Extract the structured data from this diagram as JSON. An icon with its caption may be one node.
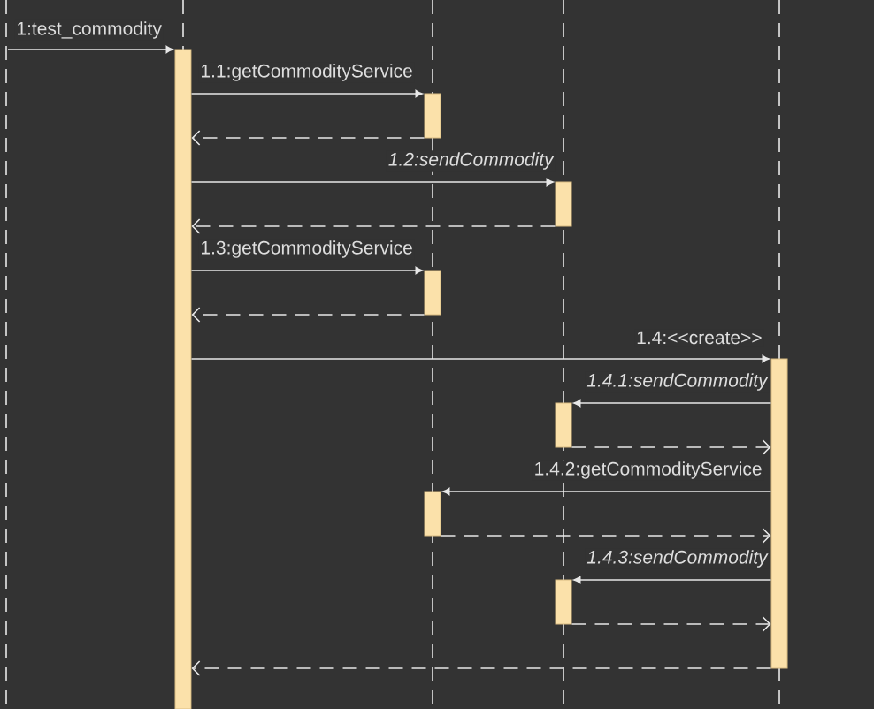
{
  "diagram": {
    "nodes": [
      {
        "text": [],
        "shape": "bar"
      },
      {
        "text": [],
        "shape": "bar"
      },
      {
        "text": [],
        "shape": "bar"
      },
      {
        "text": [],
        "shape": "bar"
      },
      {
        "text": [],
        "shape": "bar"
      },
      {
        "text": [],
        "shape": "bar"
      },
      {
        "text": [],
        "shape": "bar"
      },
      {
        "text": [],
        "shape": "bar"
      }
    ],
    "edges": [
      {
        "from": null,
        "to": 0,
        "arrow": "to",
        "label": "1:test_commodity"
      },
      {
        "from": 0,
        "to": 1,
        "arrow": "to",
        "label": "1.1:getCommodityService"
      },
      {
        "from": 1,
        "to": 0,
        "arrow": "to",
        "style": "dashed"
      },
      {
        "from": 0,
        "to": 2,
        "arrow": "to",
        "label": "1.2:sendCommodity"
      },
      {
        "from": 2,
        "to": 0,
        "arrow": "to",
        "style": "dashed"
      },
      {
        "from": 0,
        "to": 3,
        "arrow": "to",
        "label": "1.3:getCommodityService"
      },
      {
        "from": 3,
        "to": 0,
        "arrow": "to",
        "style": "dashed"
      },
      {
        "from": 0,
        "to": 4,
        "arrow": "to",
        "label": "1.4:<<create>>"
      },
      {
        "from": 4,
        "to": 5,
        "arrow": "to",
        "label": "1.4.1:sendCommodity"
      },
      {
        "from": 5,
        "to": 4,
        "arrow": "to",
        "style": "dashed"
      },
      {
        "from": 4,
        "to": 6,
        "arrow": "to",
        "label": "1.4.2:getCommodityService"
      },
      {
        "from": 6,
        "to": 4,
        "arrow": "to",
        "style": "dashed"
      },
      {
        "from": 4,
        "to": 7,
        "arrow": "to",
        "label": "1.4.3:sendCommodity"
      },
      {
        "from": 7,
        "to": 4,
        "arrow": "to",
        "style": "dashed"
      },
      {
        "from": 4,
        "to": 0,
        "arrow": "to",
        "style": "dashed"
      }
    ]
  }
}
